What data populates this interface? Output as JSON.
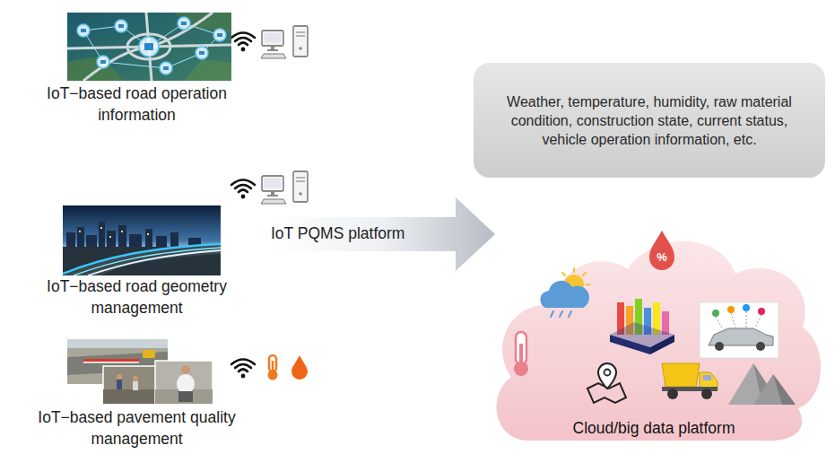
{
  "diagram": {
    "nodes": [
      {
        "text": [
          "IoT−based road operation information"
        ]
      },
      {
        "text": [
          "IoT−based road geometry management"
        ]
      },
      {
        "text": [
          "IoT−based pavement quality management"
        ]
      },
      {
        "text": [
          "Weather, temperature, humidity, raw material condition, construction state, current status, vehicle operation information, etc."
        ]
      },
      {
        "text": [
          "Cloud/big data platform"
        ]
      }
    ],
    "labels": [
      "IoT PQMS platform",
      "%"
    ]
  }
}
